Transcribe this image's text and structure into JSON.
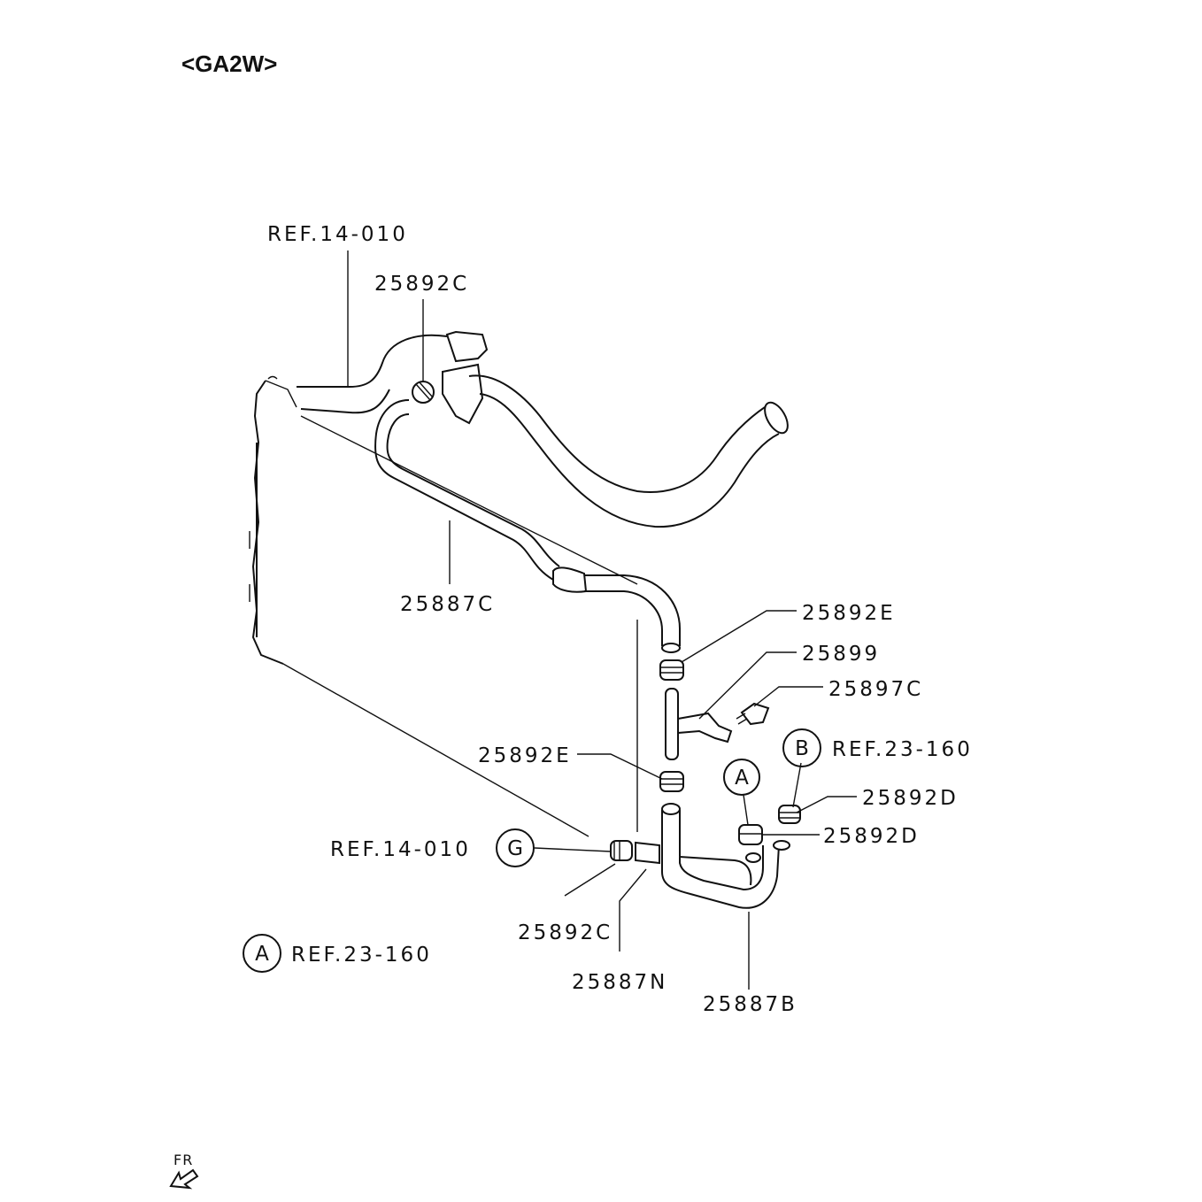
{
  "title": "<GA2W>",
  "labels": {
    "ref_top": "REF.14-010",
    "c_top": "25892C",
    "hose_c": "25887C",
    "e_upper": "25892E",
    "bracket": "25899",
    "valve": "25897C",
    "e_lower": "25892E",
    "ref_b": "REF.23-160",
    "d_upper": "25892D",
    "d_lower": "25892D",
    "ref_g": "REF.14-010",
    "c_bottom": "25892C",
    "hose_n": "25887N",
    "hose_b": "25887B",
    "ref_a": "REF.23-160",
    "front": "FR"
  },
  "circles": {
    "a_callout": "A",
    "b_callout": "B",
    "g_callout": "G",
    "a_legend": "A"
  }
}
